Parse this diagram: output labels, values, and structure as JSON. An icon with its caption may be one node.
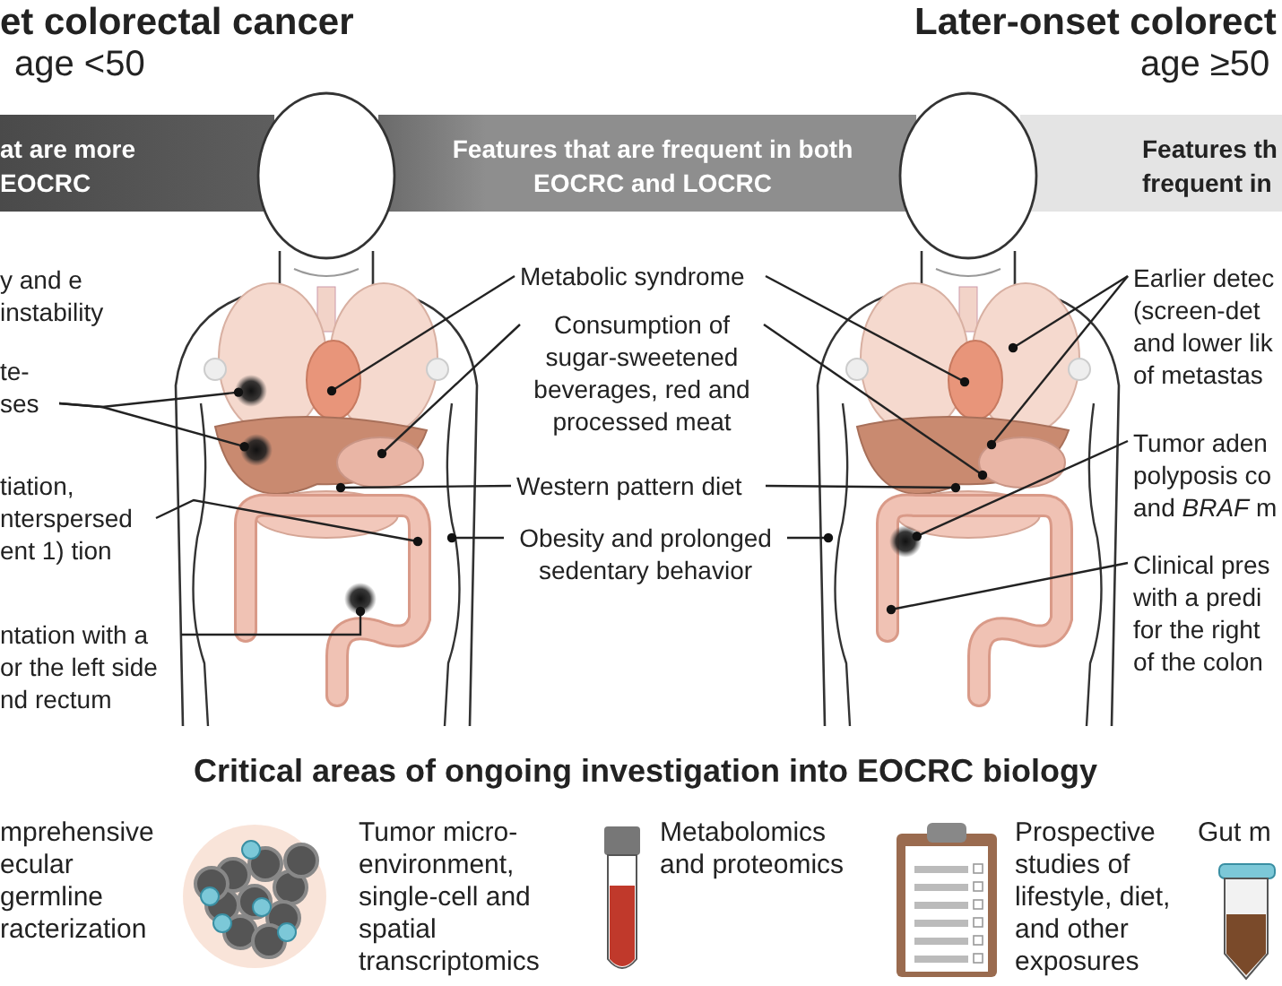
{
  "diagram": {
    "nodes": [
      {
        "text": [
          "at are more EOCRC"
        ]
      },
      {
        "text": [
          "Features that are frequent in both EOCRC and LOCRC"
        ]
      },
      {
        "text": [
          "Features th frequent in"
        ]
      },
      {
        "text": [
          "te- ses"
        ]
      },
      {
        "text": [
          "tiation, nterspersed ent 1) tion"
        ]
      },
      {
        "text": [
          "ntation with a or the left side nd rectum"
        ]
      },
      {
        "text": [
          "Metabolic syndrome"
        ]
      },
      {
        "text": [
          "Consumption of sugar-sweetened beverages, red and processed meat"
        ]
      },
      {
        "text": [
          "Western pattern diet"
        ]
      },
      {
        "text": [
          "Obesity and prolonged sedentary behavior"
        ]
      },
      {
        "text": [
          "Earlier detec (screen-det and lower lik of metastas"
        ]
      },
      {
        "text": [
          "Tumor aden polyposis co and *BRAF* m"
        ]
      },
      {
        "text": [
          "Clinical pres with a predi for the right of the colon"
        ]
      },
      {
        "text": [],
        "shape": "circle"
      },
      {
        "text": [],
        "shape": "circle"
      },
      {
        "text": [],
        "shape": "circle"
      },
      {
        "text": [],
        "shape": "circle"
      }
    ],
    "edges": [
      {
        "from": 3,
        "to": 13,
        "arrow": "other"
      },
      {
        "from": 3,
        "to": 14,
        "arrow": "other"
      },
      {
        "from": 4,
        "to": null,
        "arrow": "other"
      },
      {
        "from": 5,
        "to": 15,
        "arrow": "other"
      },
      {
        "from": 6,
        "to": null,
        "arrow": "other"
      },
      {
        "from": 6,
        "to": null,
        "arrow": "other"
      },
      {
        "from": 7,
        "to": null,
        "arrow": "other"
      },
      {
        "from": 7,
        "to": null,
        "arrow": "other"
      },
      {
        "from": 8,
        "to": null,
        "arrow": "other"
      },
      {
        "from": 8,
        "to": null,
        "arrow": "other"
      },
      {
        "from": 9,
        "to": null,
        "arrow": "other"
      },
      {
        "from": 9,
        "to": null,
        "arrow": "other"
      },
      {
        "from": 10,
        "to": null,
        "arrow": "other"
      },
      {
        "from": 10,
        "to": null,
        "arrow": "other"
      },
      {
        "from": 11,
        "to": 16,
        "arrow": "other"
      },
      {
        "from": 12,
        "to": null,
        "arrow": "other"
      }
    ],
    "labels": [
      "et colorectal cancer",
      "age <50",
      "Later-onset colorect",
      "age ≥50",
      "y and e instability",
      "Critical areas of ongoing investigation into EOCRC biology",
      "mprehensive ecular germline racterization",
      "Tumor micro- environment, single-cell and spatial transcriptomics",
      "Metabolomics and proteomics",
      "Prospective studies of lifestyle, diet, and other exposures",
      "Gut m"
    ]
  }
}
